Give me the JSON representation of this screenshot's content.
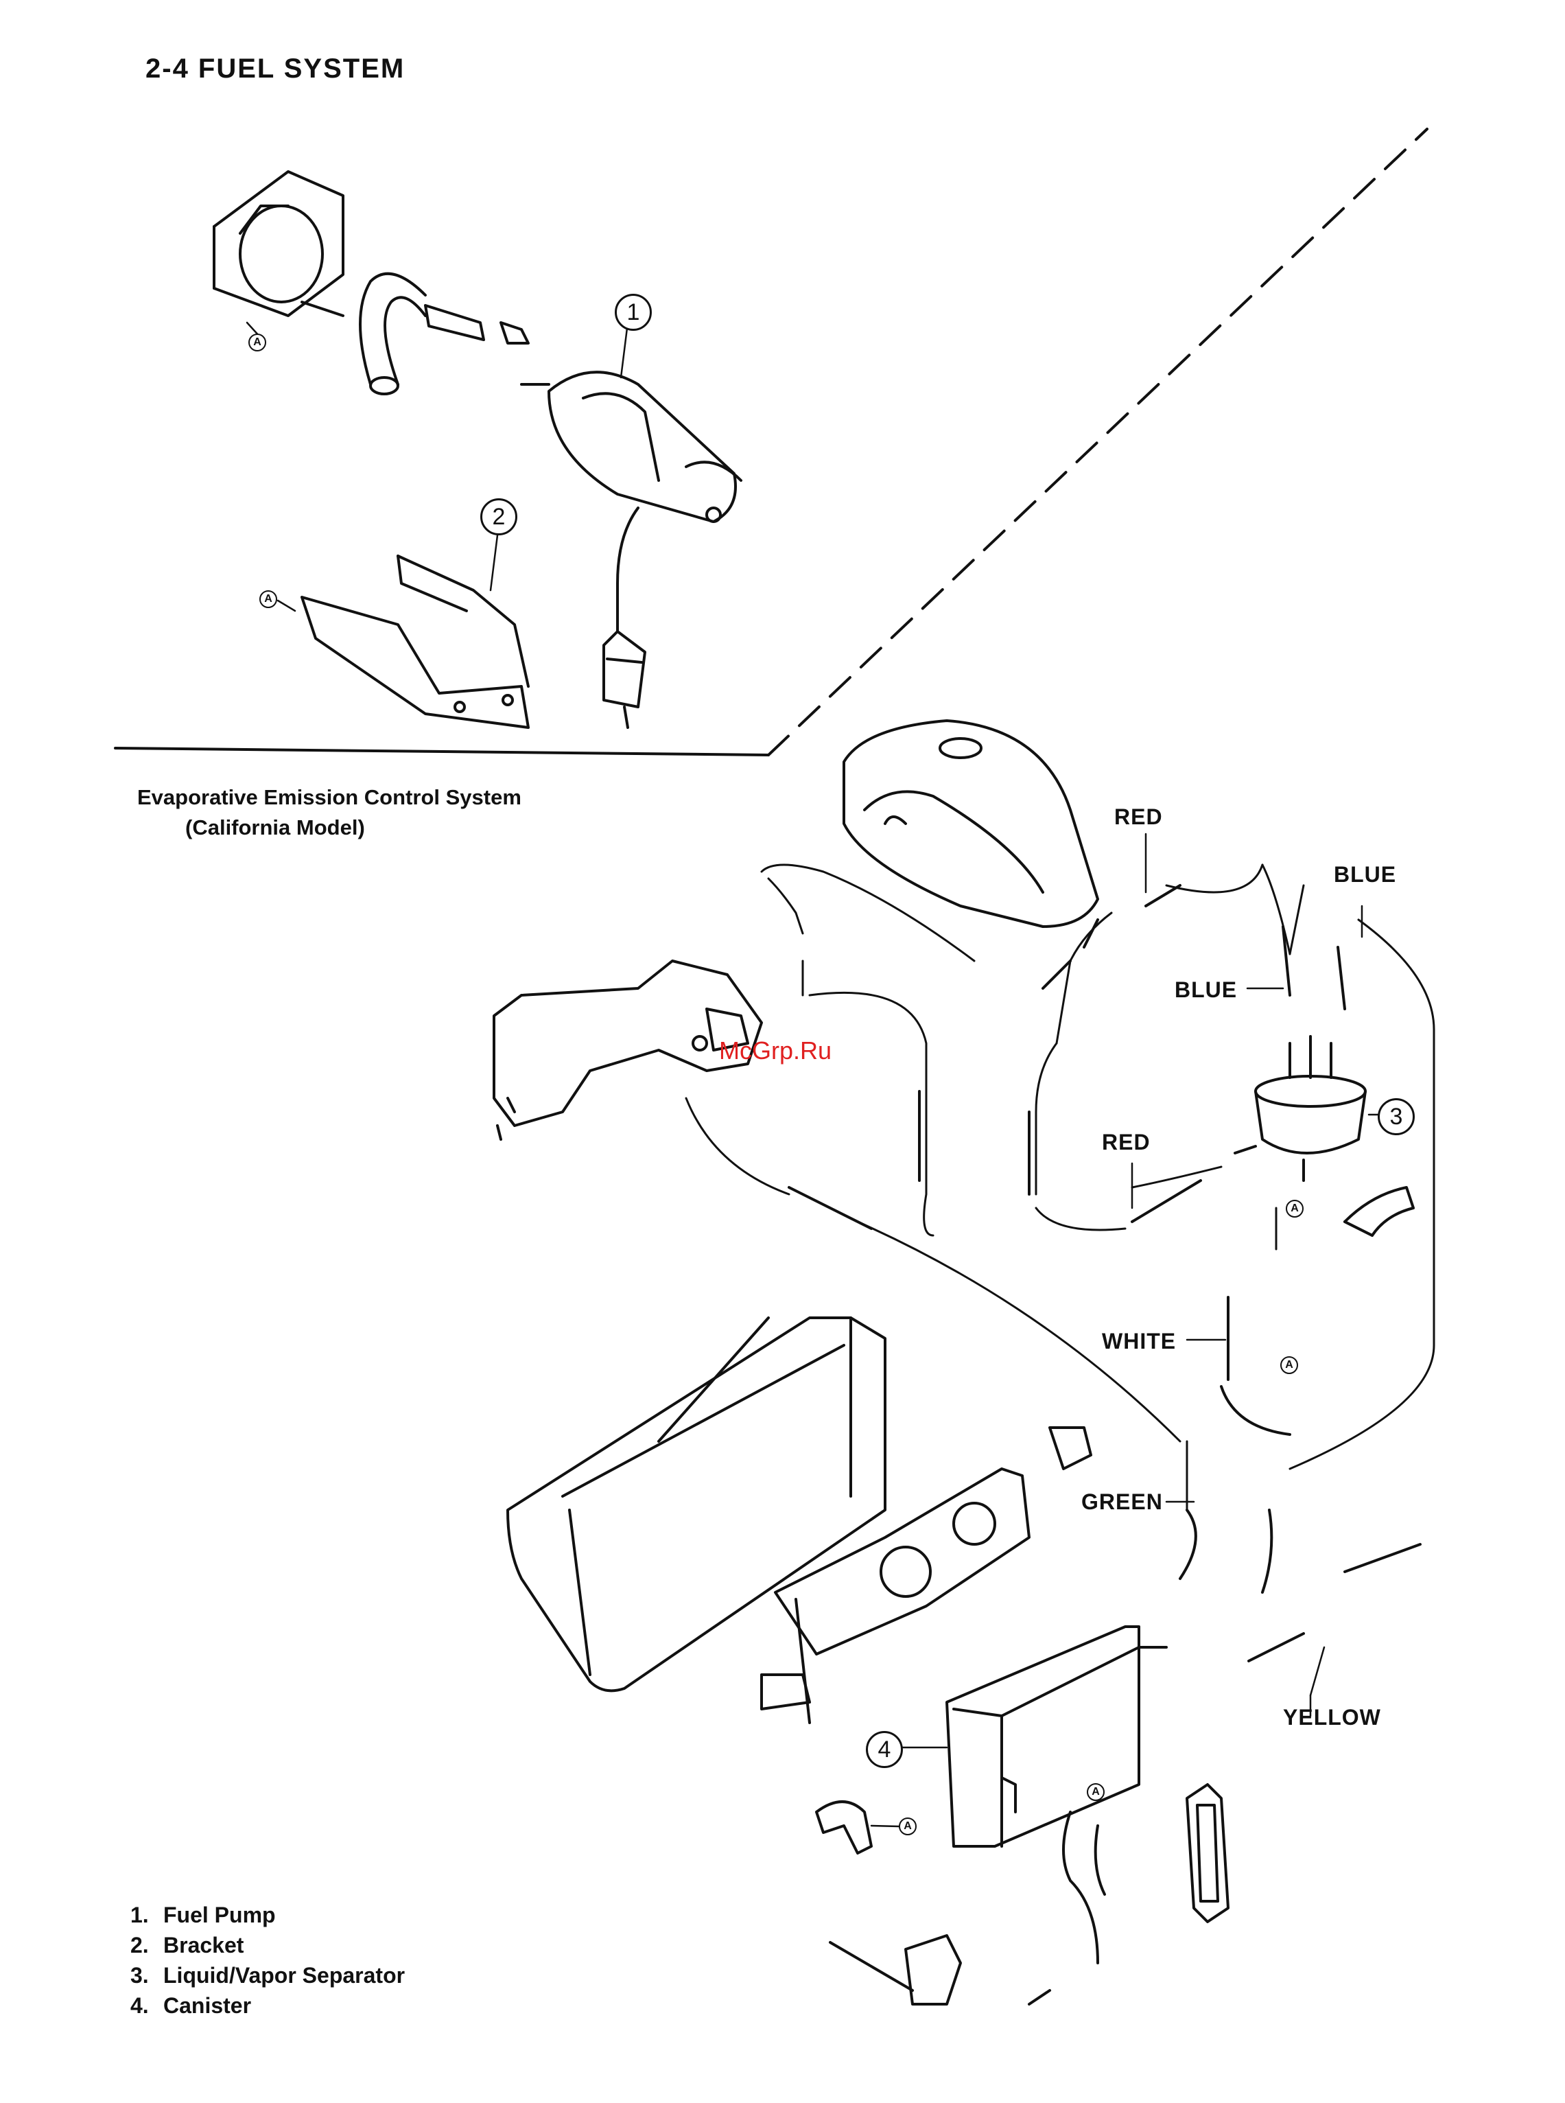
{
  "page": {
    "heading": "2-4 FUEL SYSTEM",
    "section_caption_line1": "Evaporative Emission Control System",
    "section_caption_line2": "(California Model)",
    "watermark": "McGrp.Ru"
  },
  "callouts": [
    {
      "id": "1",
      "name": "fuel-pump-callout"
    },
    {
      "id": "2",
      "name": "bracket-callout"
    },
    {
      "id": "3",
      "name": "separator-callout"
    },
    {
      "id": "4",
      "name": "canister-callout"
    }
  ],
  "ref_mark": "A",
  "hose_labels": {
    "red_top": "RED",
    "blue_top": "BLUE",
    "blue_mid": "BLUE",
    "red_mid": "RED",
    "white": "WHITE",
    "green": "GREEN",
    "yellow": "YELLOW"
  },
  "legend": [
    {
      "num": "1.",
      "text": "Fuel Pump"
    },
    {
      "num": "2.",
      "text": "Bracket"
    },
    {
      "num": "3.",
      "text": "Liquid/Vapor Separator"
    },
    {
      "num": "4.",
      "text": "Canister"
    }
  ]
}
